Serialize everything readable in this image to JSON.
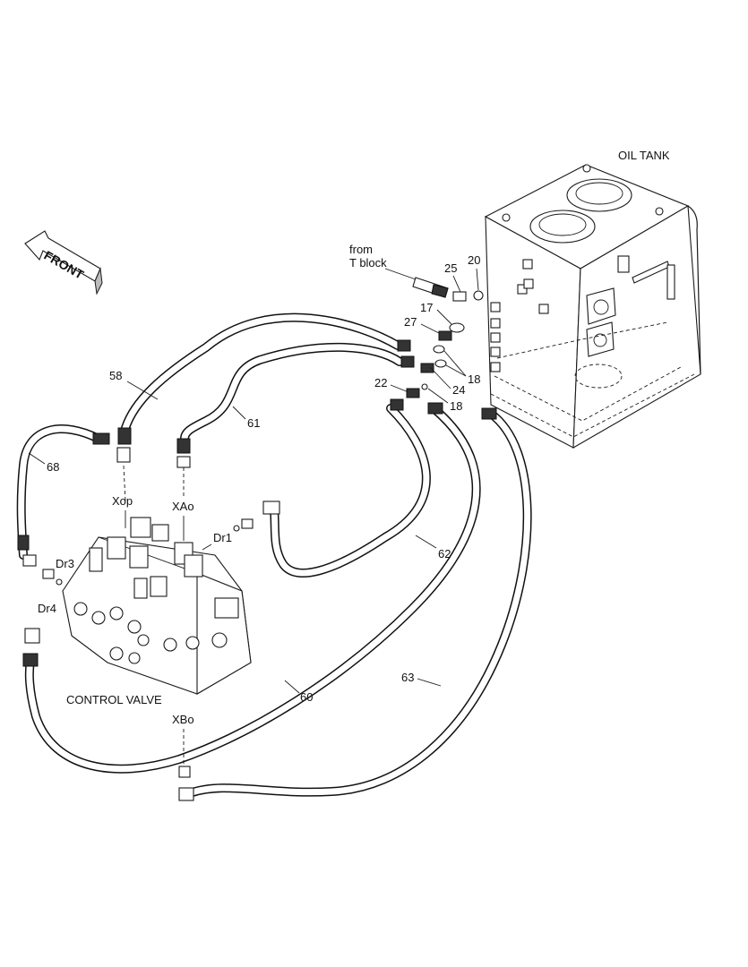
{
  "labels": {
    "oil_tank": "OIL TANK",
    "control_valve": "CONTROL VALVE",
    "front": "FRONT",
    "from_line1": "from",
    "from_line2": "T block",
    "xop": "Xop",
    "xao": "XAo",
    "xbo": "XBo",
    "dr1": "Dr1",
    "dr3": "Dr3",
    "dr4": "Dr4"
  },
  "callouts": {
    "c58": "58",
    "c61": "61",
    "c68": "68",
    "c62": "62",
    "c60": "60",
    "c63": "63",
    "c25": "25",
    "c20": "20",
    "c17": "17",
    "c27": "27",
    "c18a": "18",
    "c18b": "18",
    "c22": "22",
    "c24": "24"
  }
}
